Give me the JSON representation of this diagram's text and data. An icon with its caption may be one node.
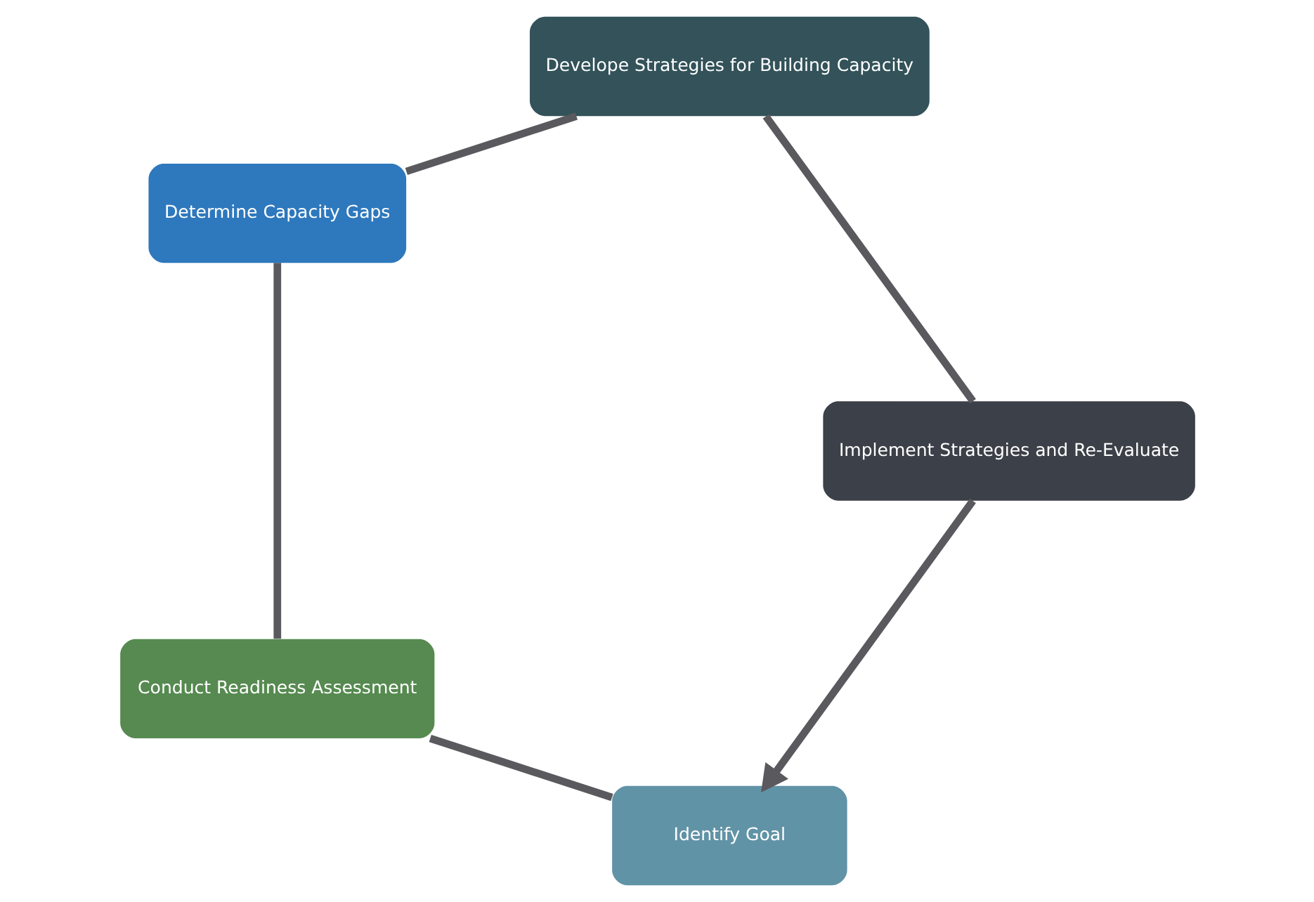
{
  "diagram": {
    "nodes": [
      {
        "text": [
          "Identify Goal"
        ]
      },
      {
        "text": [
          "Conduct Readiness Assessment"
        ]
      },
      {
        "text": [
          "Determine Capacity Gaps"
        ]
      },
      {
        "text": [
          "Develope Strategies for Building Capacity"
        ]
      },
      {
        "text": [
          "Implement Strategies and Re-Evaluate"
        ]
      }
    ],
    "edges": [
      {
        "from": 0,
        "to": 1,
        "arrow": "none"
      },
      {
        "from": 1,
        "to": 2,
        "arrow": "none"
      },
      {
        "from": 2,
        "to": 3,
        "arrow": "none"
      },
      {
        "from": 3,
        "to": 4,
        "arrow": "none"
      },
      {
        "from": 4,
        "to": 0,
        "arrow": "to"
      }
    ]
  }
}
